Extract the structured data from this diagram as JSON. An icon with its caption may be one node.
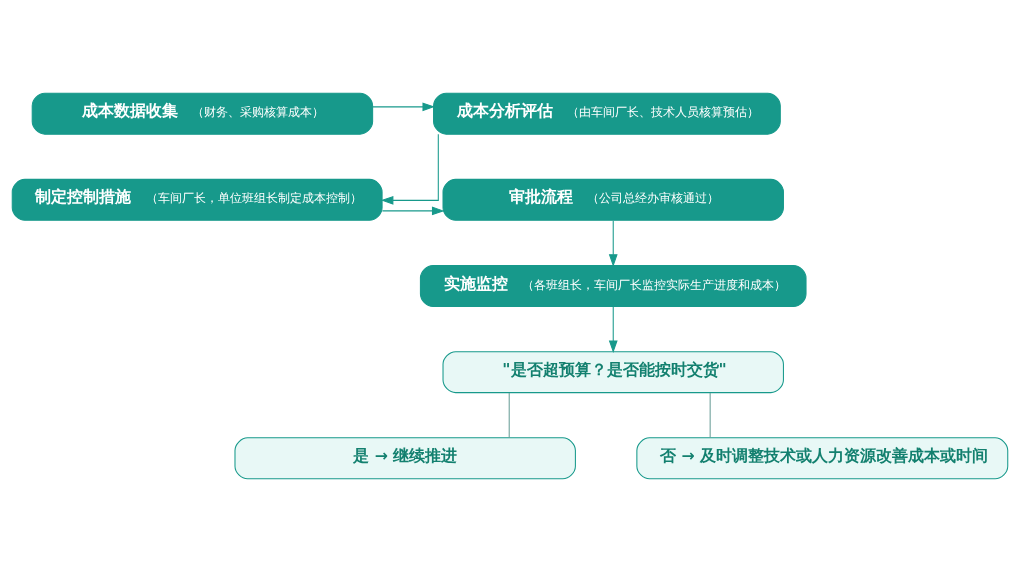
{
  "diagram": {
    "nodes": [
      {
        "text": [
          "成本数据收集",
          "（财务、采购核算成本）"
        ]
      },
      {
        "text": [
          "成本分析评估",
          "（由车间厂长、技术人员核算预估）"
        ]
      },
      {
        "text": [
          "制定控制措施",
          "（车间厂长，单位班组长制定成本控制）"
        ]
      },
      {
        "text": [
          "审批流程",
          "（公司总经办审核通过）"
        ]
      },
      {
        "text": [
          "实施监控",
          "（各班组长，车间厂长监控实际生产进度和成本）"
        ]
      },
      {
        "text": [
          "\"是否超预算？是否能按时交货\""
        ]
      },
      {
        "text": [
          "是 → 继续推进"
        ]
      },
      {
        "text": [
          "否 → 及时调整技术或人力资源改善成本或时间"
        ]
      }
    ],
    "edges": [
      {
        "from": 0,
        "to": 1,
        "arrow": "to"
      },
      {
        "from": 1,
        "to": 2,
        "arrow": "to"
      },
      {
        "from": 2,
        "to": 3,
        "arrow": "to"
      },
      {
        "from": 3,
        "to": 4,
        "arrow": "to"
      },
      {
        "from": 4,
        "to": 5,
        "arrow": "to"
      },
      {
        "from": 5,
        "to": 6,
        "arrow": "none"
      },
      {
        "from": 5,
        "to": 7,
        "arrow": "none"
      }
    ]
  }
}
